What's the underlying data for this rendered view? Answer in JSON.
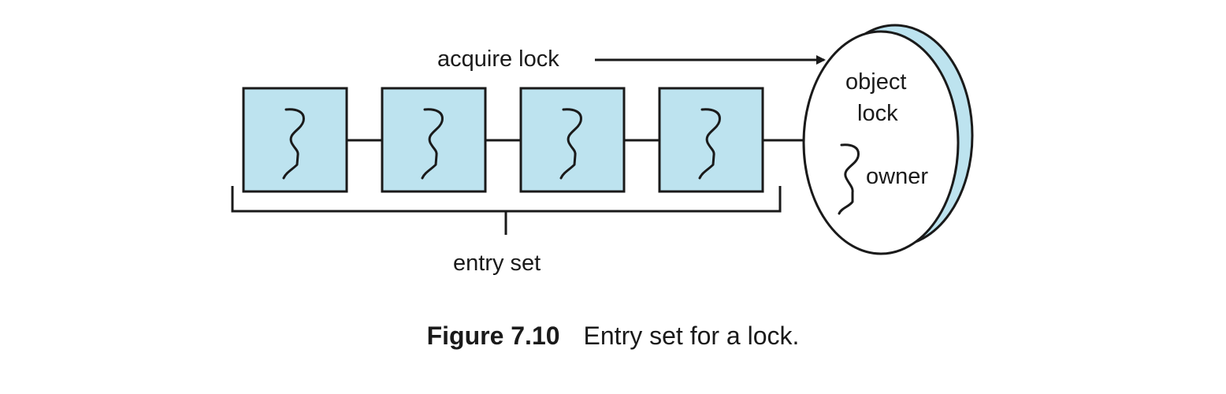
{
  "diagram": {
    "acquire_label": "acquire lock",
    "entry_set_label": "entry set",
    "lock_label_line1": "object",
    "lock_label_line2": "lock",
    "owner_label": "owner",
    "entry_threads": 4,
    "colors": {
      "box_fill": "#bde3ef",
      "stroke": "#1a1a1a",
      "lock_back_fill": "#bde3ef",
      "lock_front_fill": "#ffffff"
    }
  },
  "caption": {
    "number": "Figure 7.10",
    "text": "Entry set for a lock."
  }
}
